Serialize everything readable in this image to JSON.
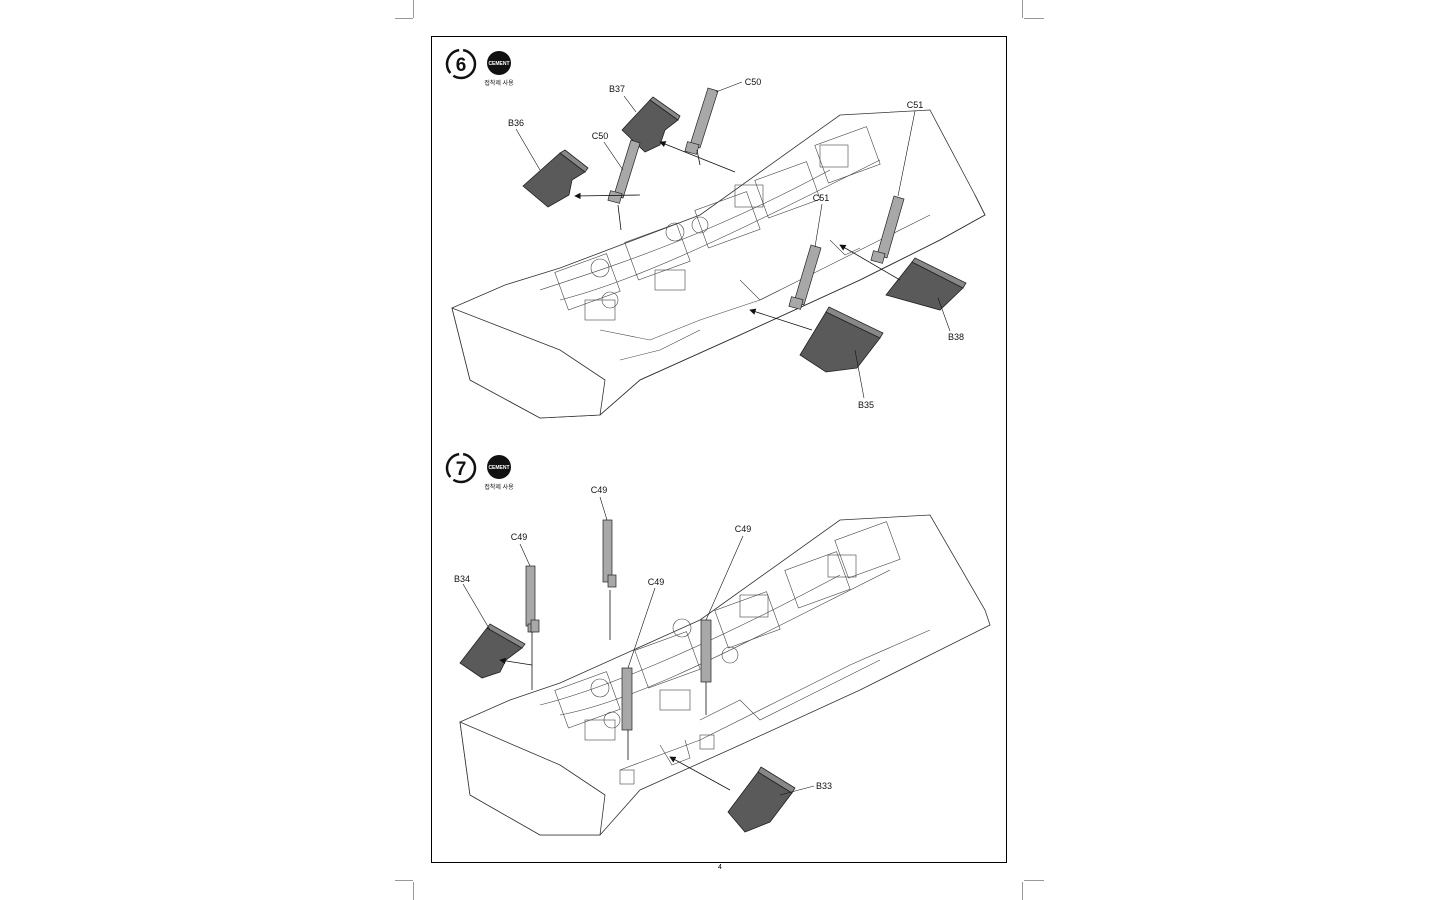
{
  "page": {
    "number": "4"
  },
  "steps": [
    {
      "number": "6",
      "cement_badge": "CEMENT",
      "cement_caption": "접착제 사용",
      "labels": [
        "B37",
        "C50",
        "C50",
        "B36",
        "C51",
        "C51",
        "B38",
        "B35"
      ]
    },
    {
      "number": "7",
      "cement_badge": "CEMENT",
      "cement_caption": "접착제 사용",
      "labels": [
        "C49",
        "C49",
        "C49",
        "C49",
        "B34",
        "B33"
      ]
    }
  ],
  "colors": {
    "line": "#222222",
    "part_fill": "#5a5a5a",
    "damper_fill": "#a8a8a8",
    "hull_fill": "#ffffff"
  }
}
